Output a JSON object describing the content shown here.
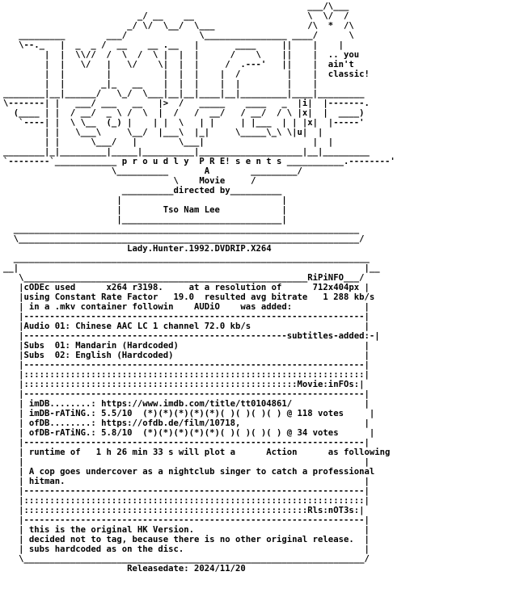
{
  "nfo": {
    "lines": [
      "                                                           ___/\\___",
      "                          _/ __    __                      \\  \\/  /",
      "                        _/ \\/  \\__/  \\___                  /\\  *  /\\",
      "   _________        ___/              \\________________ ____/      \\",
      "   \\--._   |  _  _ /  __    __ .__   |       ____     ||    |    |",
      "        |  |  \\\\//  /  \\  /  \\ |  |  |      /    \\    ||    |  .. you",
      "        |  |   \\/   |   \\/    \\|  |  |     /  .---'   ||    |  ain't",
      "        |  |        |          |  |  |    |  /         |    |  classic!",
      "        |  |       _|_   __    |  |  |    |  |         |    |",
      "________|__|______/   \\_/  \\___|__|__|____|__|_________|____|_________",
      "\\-------| |   ___/ ___   __   |>  /   _____    ____   _  |i|  |-------.",
      "  (____ | |  / __/  _ \\ /  \\  |  /   /  __/   / __/  / \\ |x|  |  ____)",
      "   `----| |  \\ \\__  (_) |    | |  \\   | |     | |___  | | |x|  |-----'",
      "        | |   \\___\\     \\__/  |___\\  |_|     \\_____\\_\\ \\|u|  |",
      "        | |      \\___/   |        \\___|                     |  |",
      "________|_|_________|_____|__________|____________________|__|_________",
      "`--------`____________ p r o u d l y  P R E! s e n t s ___________.--------'",
      "                     \\__________       A        _________/",
      "                                 \\    Movie     /",
      "                       __________directed by__________",
      "                      |                               |",
      "                      |        Tso Nam Lee            |",
      "                      |_______________________________|",
      "  ___________________________________________________________________",
      "  \\__________________________________________________________________/",
      "                        Lady.Hunter.1992.DVDRIP.X264",
      "  _____________________________________________________________________",
      "__|                                                                   |__",
      "   \\_______________________________________________________RiPiNFO___/",
      "   |cODEc used      x264 r3198.     at a resolution of      712x404px |",
      "   |using Constant Rate Factor   19.0  resulted avg bitrate   1 288 kb/s",
      "   | in a .mkv container followin    AUDiO    was added:              |",
      "   |------------------------------------------------------------------|",
      "   |Audio 01: Chinese AAC LC 1 channel 72.0 kb/s                      |",
      "   |---------------------------------------------------subtitles-added:-|",
      "   |Subs  01: Mandarin (Hardcoded)                                    |",
      "   |Subs  02: English (Hardcoded)                                     |",
      "   |------------------------------------------------------------------|",
      "   |::::::::::::::::::::::::::::::::::::::::::::::::::::::::::::::::::|",
      "   |:::::::::::::::::::::::::::::::::::::::::::::::::::::Movie:inFOs:|",
      "   |------------------------------------------------------------------|",
      "   | imDB........: https://www.imdb.com/title/tt0104861/              |",
      "   | imDB-rATiNG.: 5.5/10  (*)(*)(*)(*)(*)( )( )( )( ) @ 118 votes     |",
      "   | ofDB........: https://ofdb.de/film/10718,                        |",
      "   | ofDB-rATiNG.: 5.8/10  (*)(*)(*)(*)(*)( )( )( )( ) @ 34 votes      |",
      "   |------------------------------------------------------------------|",
      "   | runtime of   1 h 26 min 33 s will plot a      Action      as following",
      "   |                                                                  |",
      "   | A cop goes undercover as a nightclub singer to catch a professional",
      "   | hitman.                                                          |",
      "   |------------------------------------------------------------------|",
      "   |::::::::::::::::::::::::::::::::::::::::::::::::::::::::::::::::::|",
      "   |:::::::::::::::::::::::::::::::::::::::::::::::::::::::Rls:nOT3s:|",
      "   |------------------------------------------------------------------|",
      "   | this is the original HK Version.                                 |",
      "   | decided not to tag, because there is no other original release.  |",
      "   | subs hardcoded as on the disc.                                   |",
      "   \\__________________________________________________________________/",
      "                        Releasedate: 2024/11/20"
    ]
  }
}
